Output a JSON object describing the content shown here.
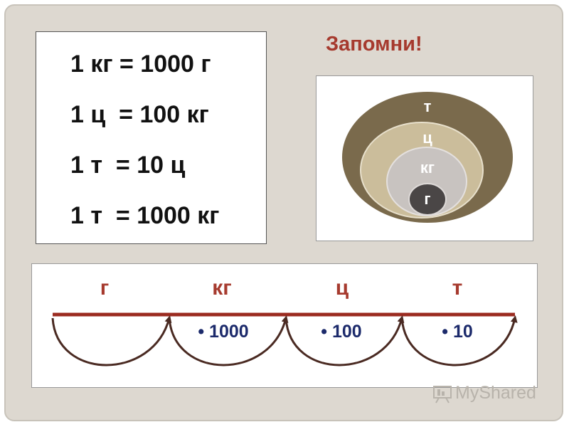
{
  "rules": [
    "1 кг = 1000 г",
    "1 ц  = 100 кг",
    "1 т  = 10 ц",
    "1 т  = 1000 кг"
  ],
  "title": "Запомни!",
  "circles": [
    {
      "label": "т",
      "color": "#7a6a4c"
    },
    {
      "label": "ц",
      "color": "#cbbd9b"
    },
    {
      "label": "кг",
      "color": "#c8c3c0"
    },
    {
      "label": "г",
      "color": "#4a4646"
    }
  ],
  "scale": {
    "units": [
      "г",
      "кг",
      "ц",
      "т"
    ],
    "factors": [
      "• 1000",
      "• 100",
      "• 10"
    ],
    "line_color": "#9b2b20",
    "arc_color": "#4a2a22"
  },
  "watermark": "MyShared"
}
